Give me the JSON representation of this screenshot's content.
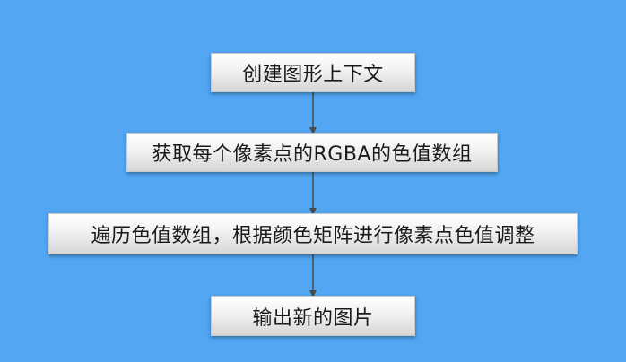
{
  "diagram": {
    "background_color": "#52a6f2",
    "arrow_color": "#4a4a4a",
    "steps": [
      {
        "label": "创建图形上下文"
      },
      {
        "label": "获取每个像素点的RGBA的色值数组"
      },
      {
        "label": "遍历色值数组，根据颜色矩阵进行像素点色值调整"
      },
      {
        "label": "输出新的图片"
      }
    ]
  }
}
